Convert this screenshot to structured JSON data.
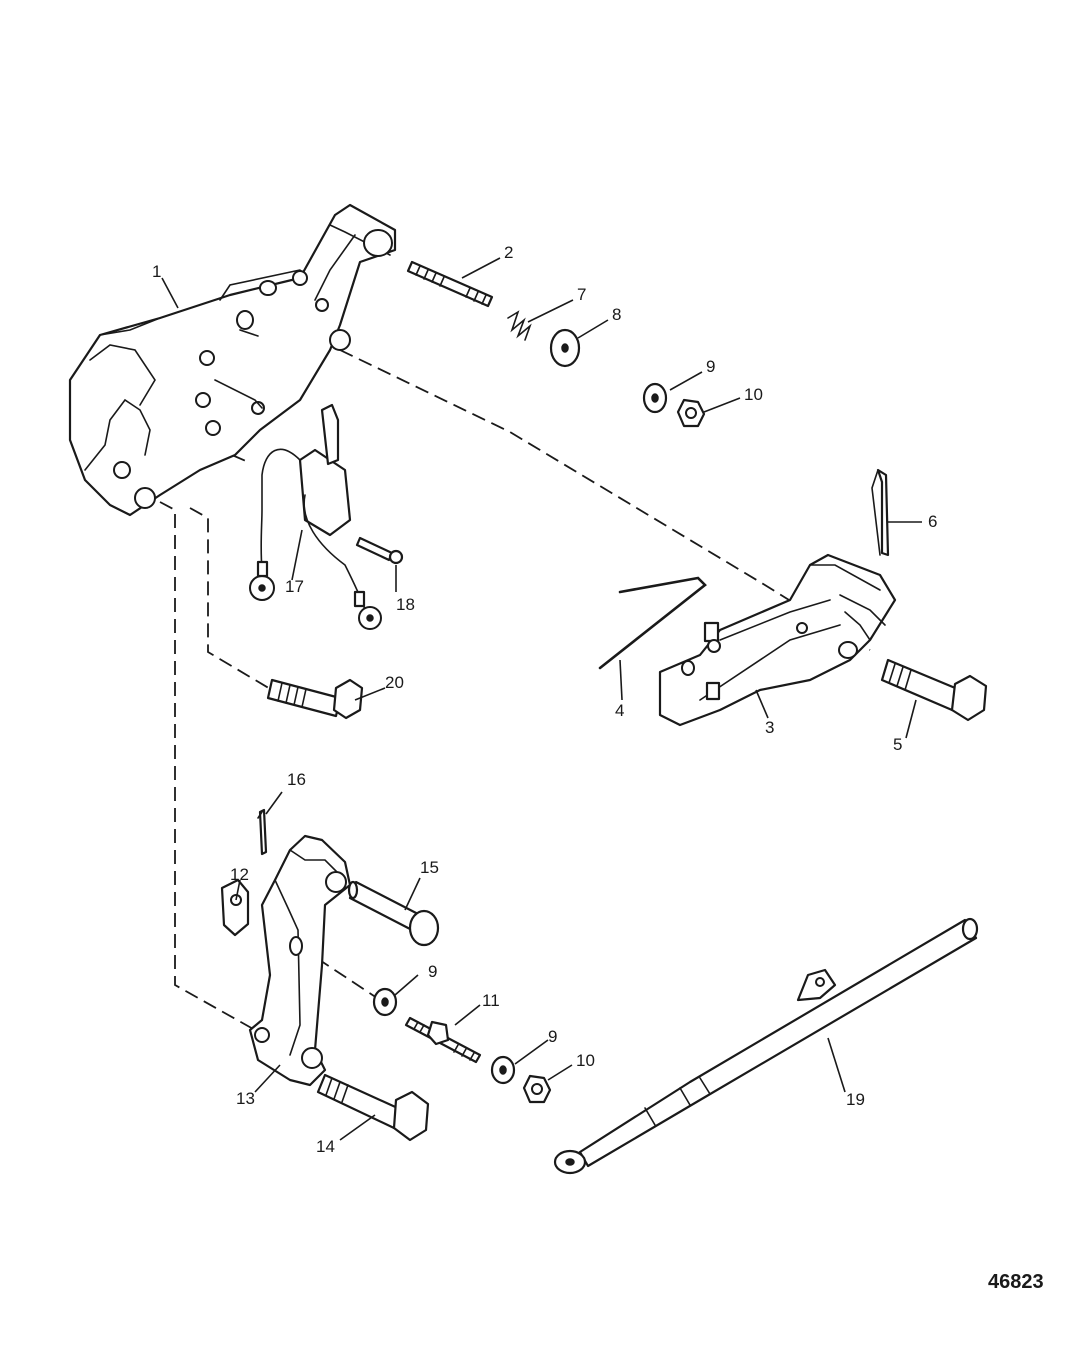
{
  "figure_number": "46823",
  "callouts": {
    "c1": "1",
    "c2": "2",
    "c3": "3",
    "c4": "4",
    "c5": "5",
    "c6": "6",
    "c7": "7",
    "c8": "8",
    "c9a": "9",
    "c9b": "9",
    "c9c": "9",
    "c10a": "10",
    "c10b": "10",
    "c11": "11",
    "c12": "12",
    "c13": "13",
    "c14": "14",
    "c15": "15",
    "c16": "16",
    "c17": "17",
    "c18": "18",
    "c19": "19",
    "c20": "20"
  }
}
